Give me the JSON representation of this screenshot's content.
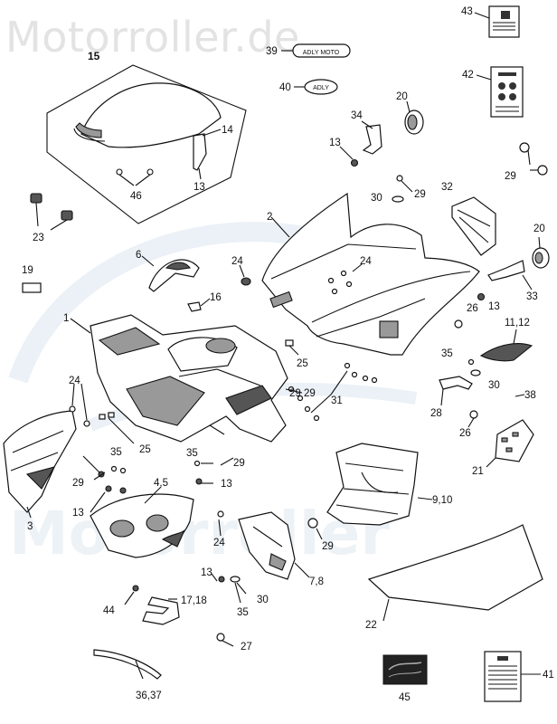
{
  "watermark": {
    "site": "Motorroller.de",
    "logo": "Motorroller"
  },
  "labels": {
    "emblem_adly_moto": "ADLY MOTO",
    "emblem_adly": "ADLY"
  },
  "callouts": [
    {
      "id": "c1",
      "text": "1"
    },
    {
      "id": "c2",
      "text": "2"
    },
    {
      "id": "c3",
      "text": "3"
    },
    {
      "id": "c45",
      "text": "4,5"
    },
    {
      "id": "c6",
      "text": "6"
    },
    {
      "id": "c78",
      "text": "7,8"
    },
    {
      "id": "c910",
      "text": "9,10"
    },
    {
      "id": "c1112",
      "text": "11,12"
    },
    {
      "id": "c13a",
      "text": "13"
    },
    {
      "id": "c13b",
      "text": "13"
    },
    {
      "id": "c13c",
      "text": "13"
    },
    {
      "id": "c13d",
      "text": "13"
    },
    {
      "id": "c13e",
      "text": "13"
    },
    {
      "id": "c13f",
      "text": "13"
    },
    {
      "id": "c14",
      "text": "14"
    },
    {
      "id": "c15",
      "text": "15"
    },
    {
      "id": "c16",
      "text": "16"
    },
    {
      "id": "c1718",
      "text": "17,18"
    },
    {
      "id": "c19",
      "text": "19"
    },
    {
      "id": "c20a",
      "text": "20"
    },
    {
      "id": "c20b",
      "text": "20"
    },
    {
      "id": "c21",
      "text": "21"
    },
    {
      "id": "c22",
      "text": "22"
    },
    {
      "id": "c23",
      "text": "23"
    },
    {
      "id": "c24a",
      "text": "24"
    },
    {
      "id": "c24b",
      "text": "24"
    },
    {
      "id": "c24c",
      "text": "24"
    },
    {
      "id": "c24d",
      "text": "24"
    },
    {
      "id": "c25a",
      "text": "25"
    },
    {
      "id": "c25b",
      "text": "25"
    },
    {
      "id": "c26a",
      "text": "26"
    },
    {
      "id": "c26b",
      "text": "26"
    },
    {
      "id": "c27",
      "text": "27"
    },
    {
      "id": "c28",
      "text": "28"
    },
    {
      "id": "c29a",
      "text": "29"
    },
    {
      "id": "c29b",
      "text": "29"
    },
    {
      "id": "c29c",
      "text": "29"
    },
    {
      "id": "c29d",
      "text": "29"
    },
    {
      "id": "c29e",
      "text": "29"
    },
    {
      "id": "c29f",
      "text": "29"
    },
    {
      "id": "c29g",
      "text": "29"
    },
    {
      "id": "c30a",
      "text": "30"
    },
    {
      "id": "c30b",
      "text": "30"
    },
    {
      "id": "c30c",
      "text": "30"
    },
    {
      "id": "c31",
      "text": "31"
    },
    {
      "id": "c32",
      "text": "32"
    },
    {
      "id": "c33",
      "text": "33"
    },
    {
      "id": "c34",
      "text": "34"
    },
    {
      "id": "c35a",
      "text": "35"
    },
    {
      "id": "c35b",
      "text": "35"
    },
    {
      "id": "c35c",
      "text": "35"
    },
    {
      "id": "c35d",
      "text": "35"
    },
    {
      "id": "c3637",
      "text": "36,37"
    },
    {
      "id": "c38",
      "text": "38"
    },
    {
      "id": "c39",
      "text": "39"
    },
    {
      "id": "c40",
      "text": "40"
    },
    {
      "id": "c41",
      "text": "41"
    },
    {
      "id": "c42",
      "text": "42"
    },
    {
      "id": "c43",
      "text": "43"
    },
    {
      "id": "c44",
      "text": "44"
    },
    {
      "id": "c45",
      "text": "45"
    },
    {
      "id": "c46",
      "text": "46"
    }
  ]
}
